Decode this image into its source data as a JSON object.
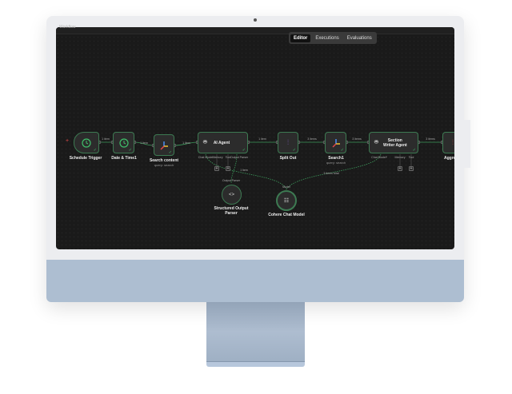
{
  "window": {
    "title": "Workflow"
  },
  "tabs": [
    {
      "label": "Editor",
      "active": true
    },
    {
      "label": "Executions"
    },
    {
      "label": "Evaluations"
    }
  ],
  "nodes": {
    "schedule": {
      "label": "Schedule Trigger",
      "icon": "clock-icon"
    },
    "datetime": {
      "label": "Date & Time1",
      "icon": "clock-icon"
    },
    "search_content": {
      "label": "Search content",
      "sub": "query: search",
      "icon": "search-api-icon"
    },
    "ai_agent": {
      "label": "AI Agent",
      "icon": "robot-icon",
      "ports": [
        "Chat Model",
        "Memory",
        "Tool",
        "Output Parser"
      ]
    },
    "parser": {
      "label": "Structured Output Parser",
      "port": "Output Parser",
      "icon": "code-brackets-icon"
    },
    "split": {
      "label": "Split Out",
      "icon": "split-icon"
    },
    "search1": {
      "label": "Search1",
      "sub": "query: search",
      "icon": "search-api-icon"
    },
    "writer": {
      "label": "Section Writer Agent",
      "icon": "robot-icon",
      "ports": [
        "Chat Model*",
        "Memory",
        "Tool"
      ]
    },
    "aggregate": {
      "label": "Aggre",
      "icon": "aggregate-icon"
    },
    "cohere": {
      "label": "Cohere Chat Model",
      "port": "Model",
      "icon": "cohere-icon"
    }
  },
  "edges": {
    "e1": "1 item",
    "e2": "1 item",
    "e3": "1 item",
    "e4": "1 item",
    "e5": "3 items",
    "e6": "3 items",
    "e7": "3 items",
    "e8": "1 item",
    "e9": "3 items total"
  },
  "colors": {
    "accent": "#3fbf6a",
    "edge": "#3d9a5c",
    "trigger": "#e0484a"
  }
}
